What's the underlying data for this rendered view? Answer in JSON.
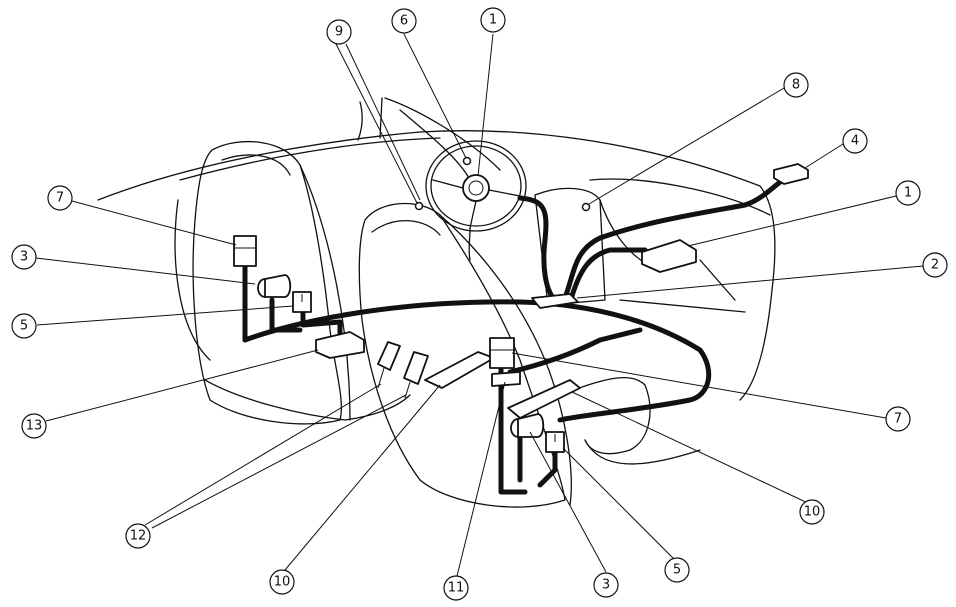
{
  "callouts": [
    {
      "id": "c1a",
      "label": "1"
    },
    {
      "id": "c1b",
      "label": "1"
    },
    {
      "id": "c2",
      "label": "2"
    },
    {
      "id": "c3a",
      "label": "3"
    },
    {
      "id": "c3b",
      "label": "3"
    },
    {
      "id": "c4",
      "label": "4"
    },
    {
      "id": "c5a",
      "label": "5"
    },
    {
      "id": "c5b",
      "label": "5"
    },
    {
      "id": "c6",
      "label": "6"
    },
    {
      "id": "c7a",
      "label": "7"
    },
    {
      "id": "c7b",
      "label": "7"
    },
    {
      "id": "c8",
      "label": "8"
    },
    {
      "id": "c9",
      "label": "9"
    },
    {
      "id": "c10a",
      "label": "10"
    },
    {
      "id": "c10b",
      "label": "10"
    },
    {
      "id": "c11",
      "label": "11"
    },
    {
      "id": "c12",
      "label": "12"
    },
    {
      "id": "c13",
      "label": "13"
    }
  ],
  "colors": {
    "line": "#111111",
    "background": "#ffffff"
  }
}
